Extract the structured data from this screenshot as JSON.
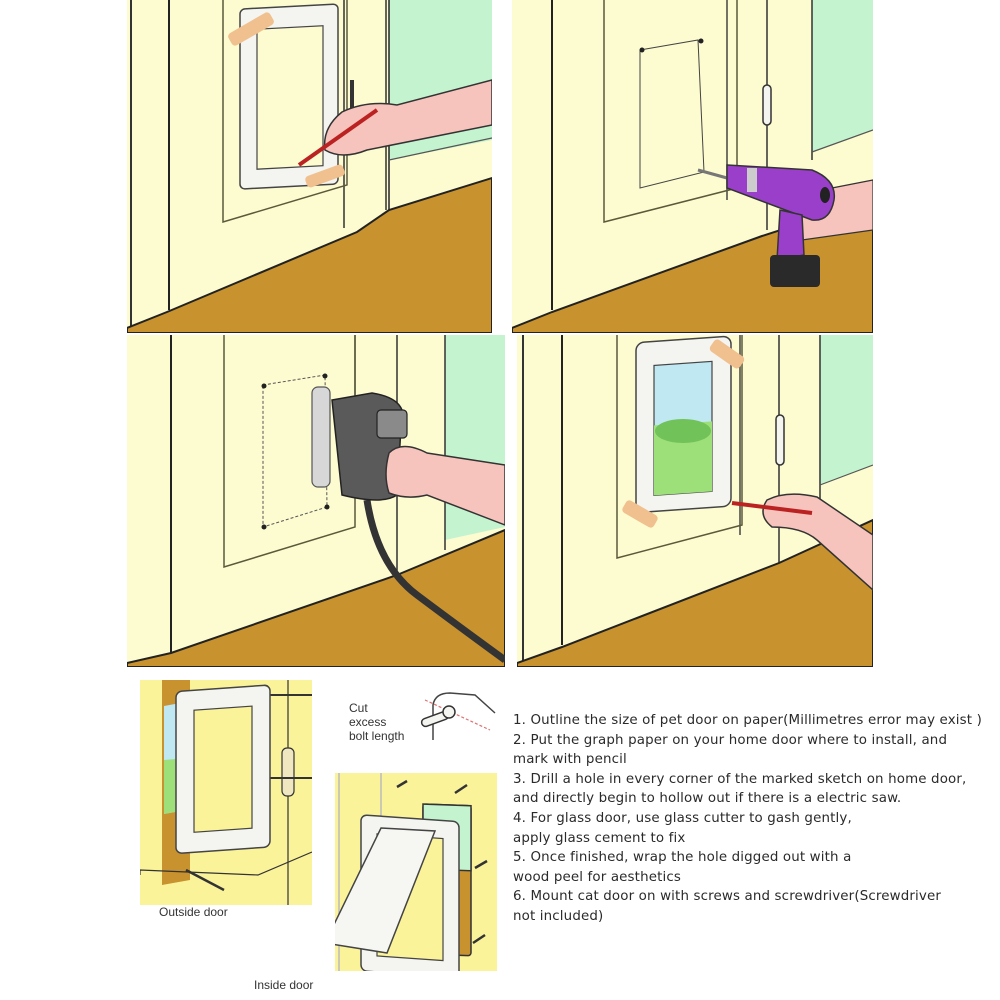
{
  "panels": [
    {
      "id": "step-mark-outline",
      "description": "Hand tracing pet door frame with pencil on door"
    },
    {
      "id": "step-drill-corners",
      "description": "Purple cordless drill drilling corner holes of marked rectangle"
    },
    {
      "id": "step-saw-cutout",
      "description": "Grey electric jigsaw cutting out the marked rectangle"
    },
    {
      "id": "step-fit-frame",
      "description": "Pet door frame fitted in the hole, hand marking with pencil"
    }
  ],
  "diagram_labels": {
    "cut_bolt": [
      "Cut",
      "excess",
      "bolt length"
    ],
    "outside_door": "Outside door",
    "inside_door": "Inside door"
  },
  "instructions": [
    "1. Outline the size of pet door on paper(Millimetres error may exist )",
    "2. Put the graph paper on your home door where to install, and",
    "mark with pencil",
    "3. Drill a hole in every corner of the marked sketch on home door,",
    "and directly begin to hollow out if there is a electric saw.",
    "4. For glass door, use glass cutter to gash gently,",
    "apply glass cement to fix",
    "5. Once finished, wrap the hole digged out with a",
    "wood peel for aesthetics",
    "6. Mount cat door on with screws and screwdriver(Screwdriver",
    "not included)"
  ],
  "colors": {
    "wall": "#fdfbd0",
    "floor": "#c8922f",
    "outside_green": "#c4f3cf",
    "skin": "#f7c3bd",
    "tape": "#f0c08e",
    "drill_purple": "#9a3fc9",
    "saw_grey": "#5a5a5a",
    "sky": "#bfe8f3",
    "grass": "#9de07a",
    "yellow_bg": "#fbf39a"
  }
}
